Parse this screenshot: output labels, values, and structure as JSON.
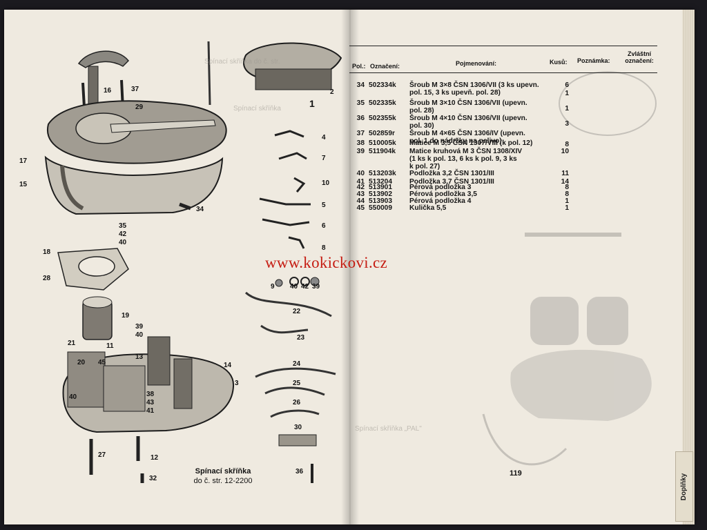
{
  "tab": {
    "label": "Doplňky"
  },
  "watermark": "www.kokickovi.cz",
  "caption": {
    "line1": "Spínací skříňka",
    "line2": "do č. str. 12-2200"
  },
  "page_number": "119",
  "table": {
    "headers": {
      "pos": "Pol.:",
      "code": "Označení:",
      "name": "Pojmenování:",
      "qty": "Kusů:",
      "note": "Poznámka:",
      "special": "Zvláštní označení:"
    },
    "rows": [
      {
        "pos": "34",
        "code": "502334k",
        "name": "Šroub M 3×8 ČSN 1306/VII (3 ks upevn.\npol. 15, 3 ks upevň. pol. 28)",
        "qty": "6"
      },
      {
        "pos": "35",
        "code": "502335k",
        "name": "Šroub M 3×10 ČSN 1306/VII (upevn.\npol. 28)",
        "qty": "1"
      },
      {
        "pos": "36",
        "code": "502355k",
        "name": "Šroub M 4×10 ČSN 1306/VII (upevn.\npol. 30)",
        "qty": "1"
      },
      {
        "pos": "37",
        "code": "502859r",
        "name": "Šroub M 4×65 ČSN 1306/IV (upevn.\npol. 1 do nádržky na palivo)",
        "qty": "3"
      },
      {
        "pos": "38",
        "code": "510005k",
        "name": "Matice M 3,5 ČSN 1307/VIII (k pol. 12)",
        "qty": "8"
      },
      {
        "pos": "39",
        "code": "511904k",
        "name": "Matice kruhová M 3 ČSN 1308/XIV\n(1 ks k pol. 13, 6 ks k pol. 9, 3 ks\nk pol. 27)",
        "qty": "10"
      },
      {
        "pos": "40",
        "code": "513203k",
        "name": "Podložka 3,2 ČSN 1301/III",
        "qty": "11"
      },
      {
        "pos": "41",
        "code": "513204",
        "name": "Podložka 3,7 ČSN 1301/III",
        "qty": "14"
      },
      {
        "pos": "42",
        "code": "513901",
        "name": "Pérová podložka 3",
        "qty": "8"
      },
      {
        "pos": "43",
        "code": "513902",
        "name": "Pérová podložka 3,5",
        "qty": "8"
      },
      {
        "pos": "44",
        "code": "513903",
        "name": "Pérová podložka 4",
        "qty": "1"
      },
      {
        "pos": "45",
        "code": "550009",
        "name": "Kulička 5,5",
        "qty": "1"
      }
    ]
  },
  "callouts": [
    "16",
    "37",
    "29",
    "1",
    "17",
    "15",
    "34",
    "35",
    "42",
    "40",
    "18",
    "28",
    "19",
    "39",
    "40",
    "21",
    "11",
    "13",
    "14",
    "3",
    "20",
    "45",
    "38",
    "43",
    "41",
    "40",
    "27",
    "12",
    "32",
    "4",
    "7",
    "10",
    "5",
    "6",
    "8",
    "9",
    "40",
    "42",
    "39",
    "22",
    "23",
    "24",
    "25",
    "26",
    "30",
    "36",
    "2"
  ]
}
